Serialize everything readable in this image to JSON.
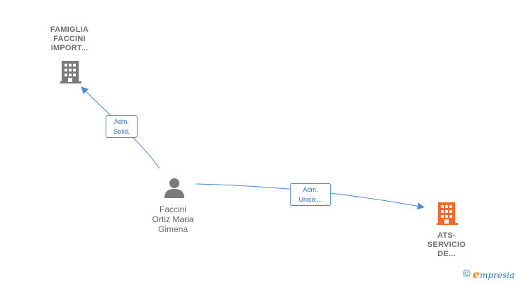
{
  "nodes": {
    "famiglia": {
      "label_lines": [
        "FAMIGLIA",
        "FACCINI",
        "IMPORT..."
      ],
      "icon": "building-icon",
      "color": "#7a7a7a"
    },
    "person": {
      "label_lines": [
        "Faccini",
        "Ortiz Maria",
        "Gimena"
      ],
      "icon": "person-icon",
      "color": "#7a7a7a"
    },
    "ats": {
      "label_lines": [
        "ATS-",
        "SERVICIO",
        "DE..."
      ],
      "icon": "building-icon",
      "color": "#f26a30"
    }
  },
  "edges": {
    "solid": {
      "label_lines": [
        "Adm.",
        "Solid."
      ],
      "color": "#4a8bd1"
    },
    "unico": {
      "label_lines": [
        "Adm.",
        "Unico,..."
      ],
      "color": "#4a8bd1"
    }
  },
  "brand": {
    "copyright": "©",
    "logo_initial": "e",
    "logo_rest": "mpresia",
    "accent_color": "#2e7fc1",
    "initial_color": "#f08a24"
  }
}
